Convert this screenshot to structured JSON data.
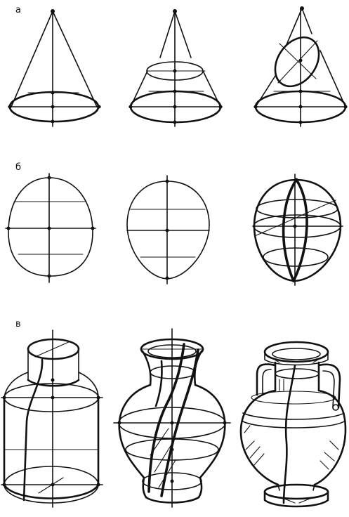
{
  "sections": [
    {
      "label": "а"
    },
    {
      "label": "б"
    },
    {
      "label": "в"
    }
  ]
}
